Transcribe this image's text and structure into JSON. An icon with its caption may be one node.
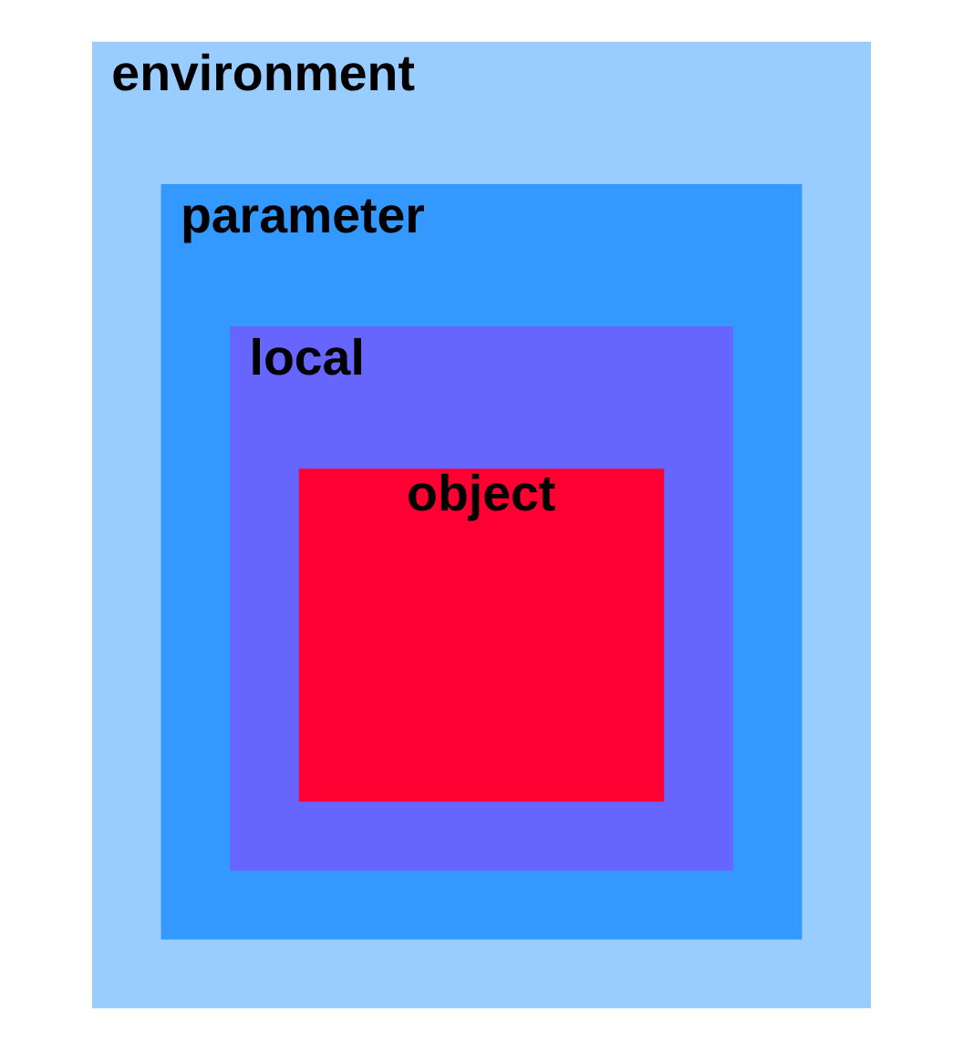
{
  "diagram": {
    "nodes": [
      {
        "text": [
          "environment"
        ]
      },
      {
        "text": [
          "parameter"
        ],
        "in": 0
      },
      {
        "text": [
          "local"
        ],
        "in": 1
      },
      {
        "text": [
          "object"
        ],
        "in": 2
      }
    ]
  }
}
